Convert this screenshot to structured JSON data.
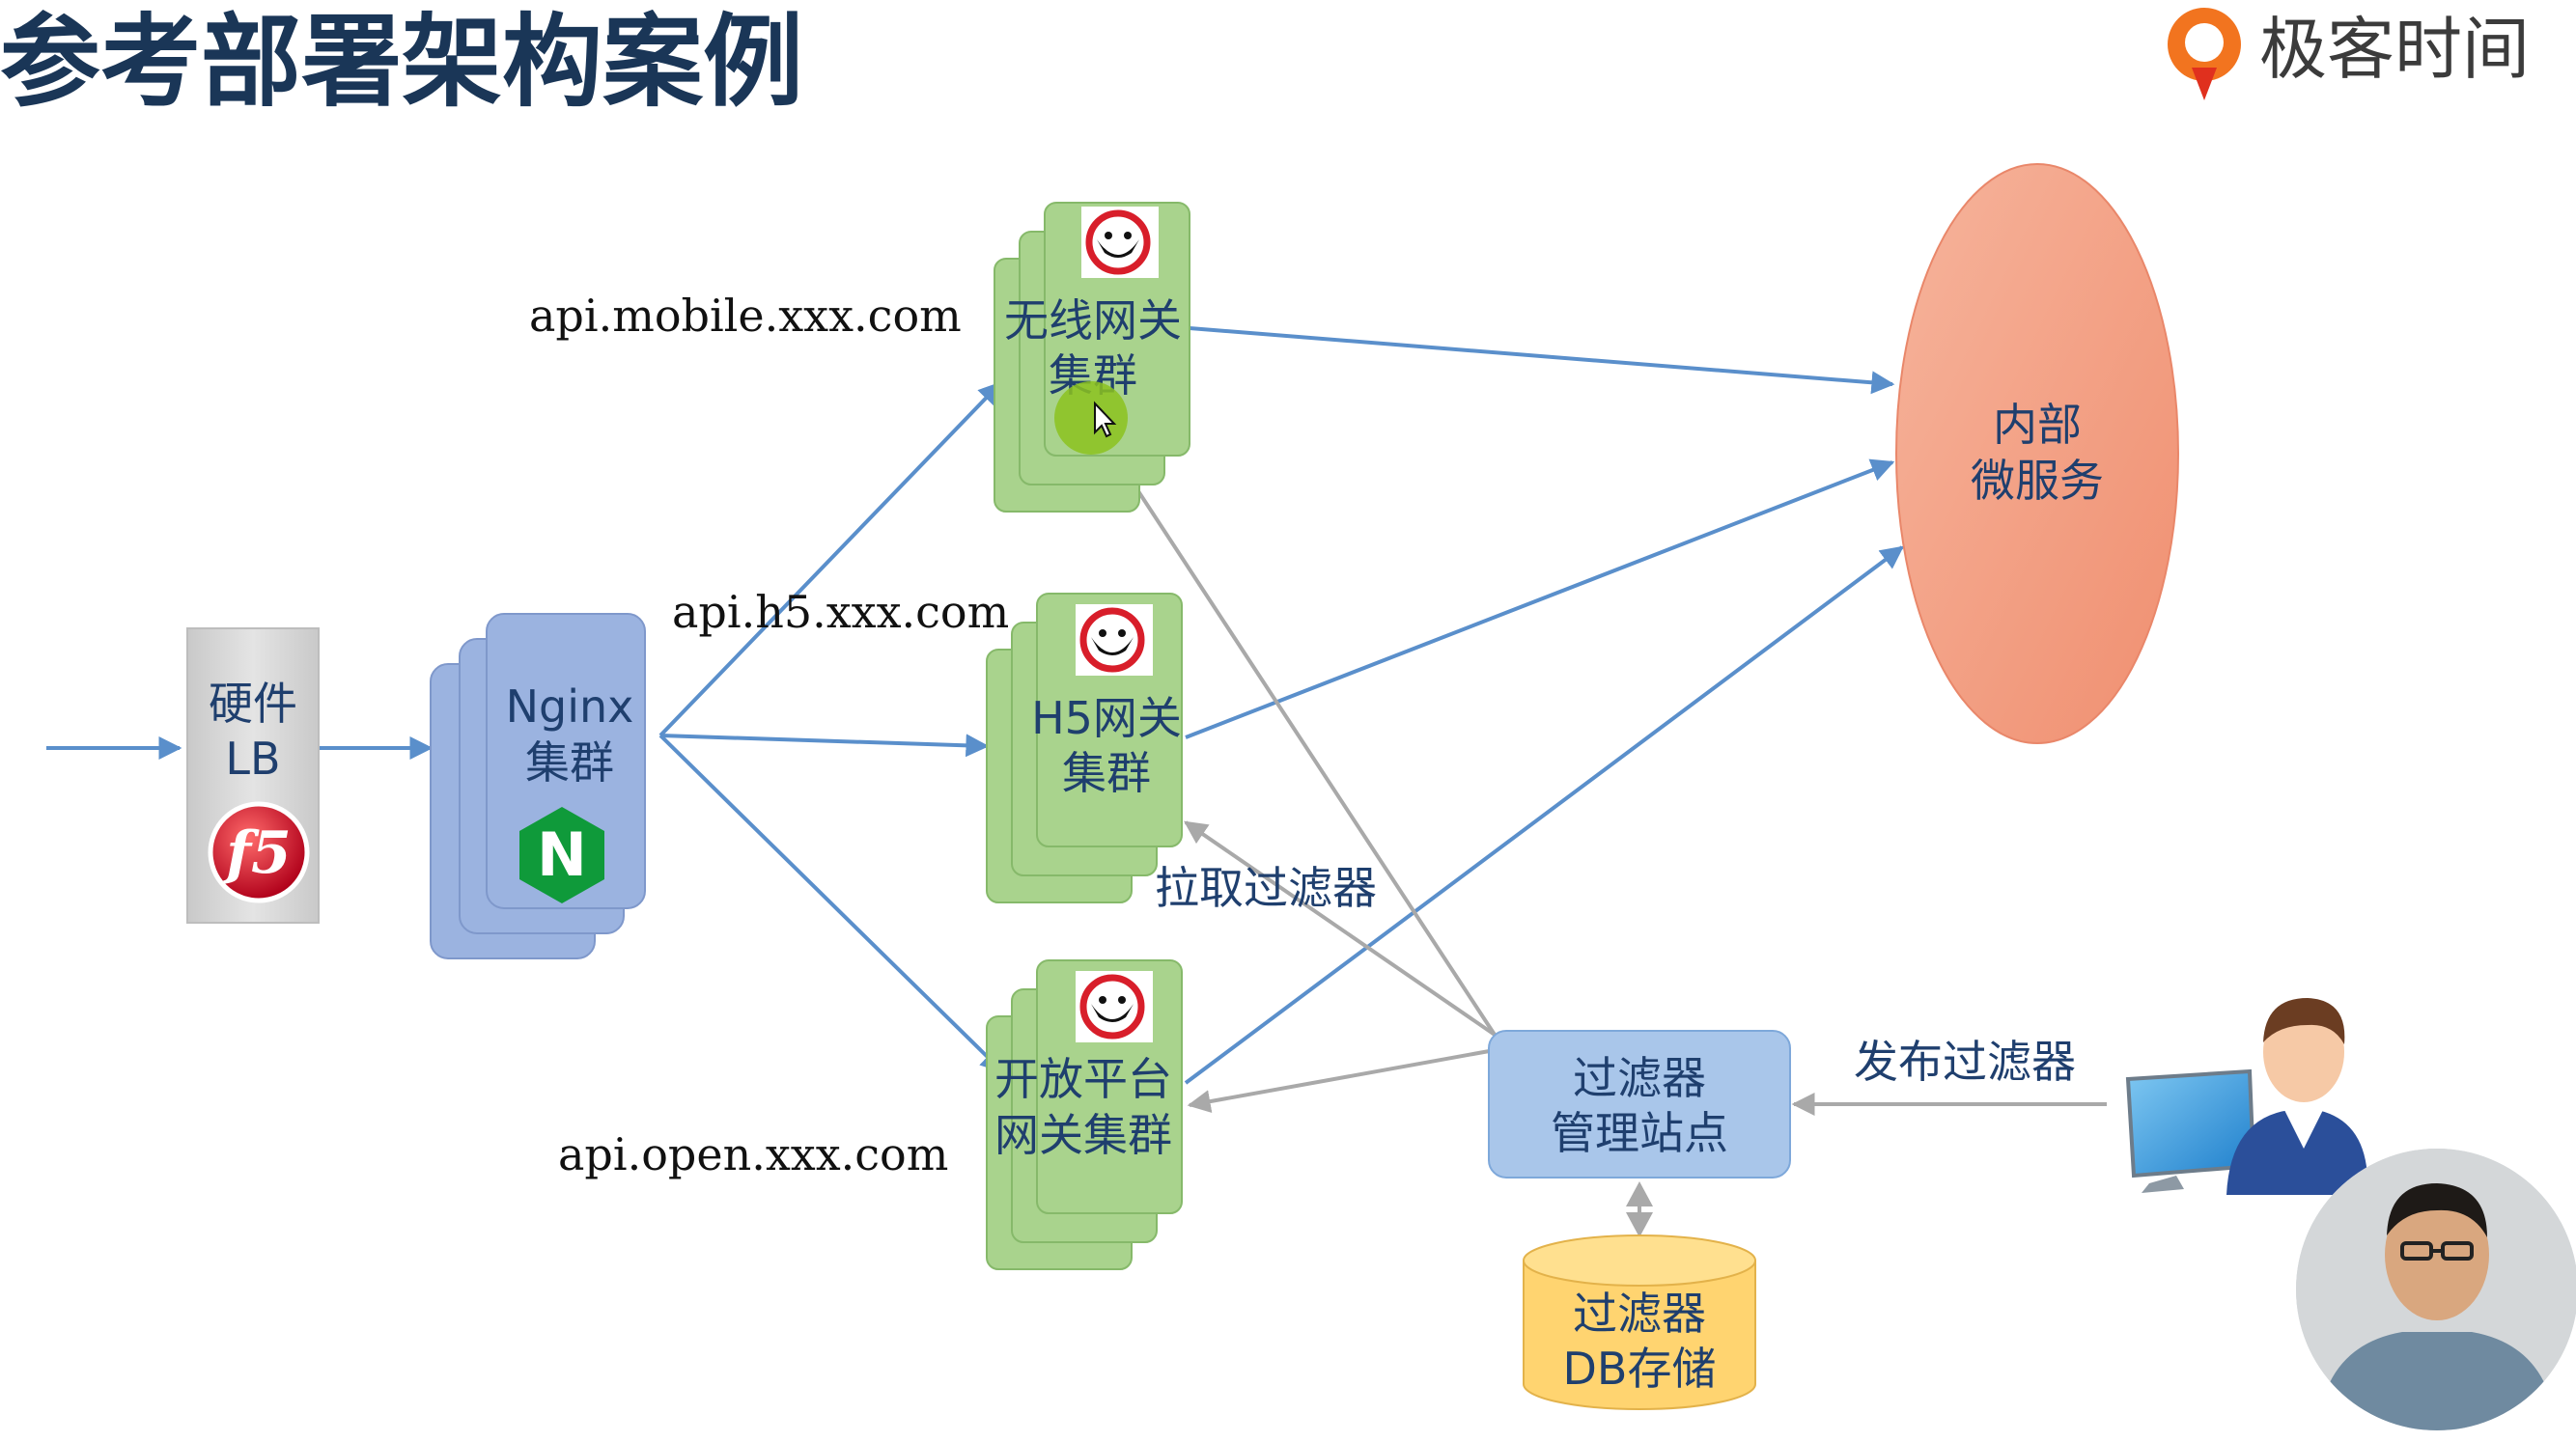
{
  "title": "参考部署架构案例",
  "brand": {
    "name": "极客时间"
  },
  "colors": {
    "title": "#1a3657",
    "blue_arrow": "#5a8fcb",
    "gray_arrow": "#a9a9a9",
    "gateway_fill": "#a9d38d",
    "nginx_fill": "#9bb3e0",
    "service_fill": "#f4a48a",
    "filter_admin_fill": "#a9c6ea",
    "db_fill": "#ffd470",
    "lb_fill": "#d6d6d6"
  },
  "nodes": {
    "hardware_lb": {
      "line1": "硬件",
      "line2": "LB",
      "icon": "f5-logo-icon"
    },
    "nginx": {
      "line1": "Nginx",
      "line2": "集群",
      "icon": "nginx-logo-icon"
    },
    "wireless_gateway": {
      "line1": "无线网关",
      "line2": "集群",
      "icon": "zuul-logo-icon"
    },
    "h5_gateway": {
      "line1": "H5网关",
      "line2": "集群",
      "icon": "zuul-logo-icon"
    },
    "open_gateway": {
      "line1": "开放平台",
      "line2": "网关集群",
      "icon": "zuul-logo-icon"
    },
    "internal_services": {
      "line1": "内部",
      "line2": "微服务"
    },
    "filter_admin": {
      "line1": "过滤器",
      "line2": "管理站点"
    },
    "filter_db": {
      "line1": "过滤器",
      "line2": "DB存储"
    },
    "admin_user": {
      "icon": "user-at-computer-icon"
    },
    "presenter": {
      "icon": "presenter-video-icon"
    }
  },
  "domains": {
    "mobile": "api.mobile.xxx.com",
    "h5": "api.h5.xxx.com",
    "open": "api.open.xxx.com"
  },
  "edge_labels": {
    "pull_filters": "拉取过滤器",
    "publish_filters": "发布过滤器"
  }
}
